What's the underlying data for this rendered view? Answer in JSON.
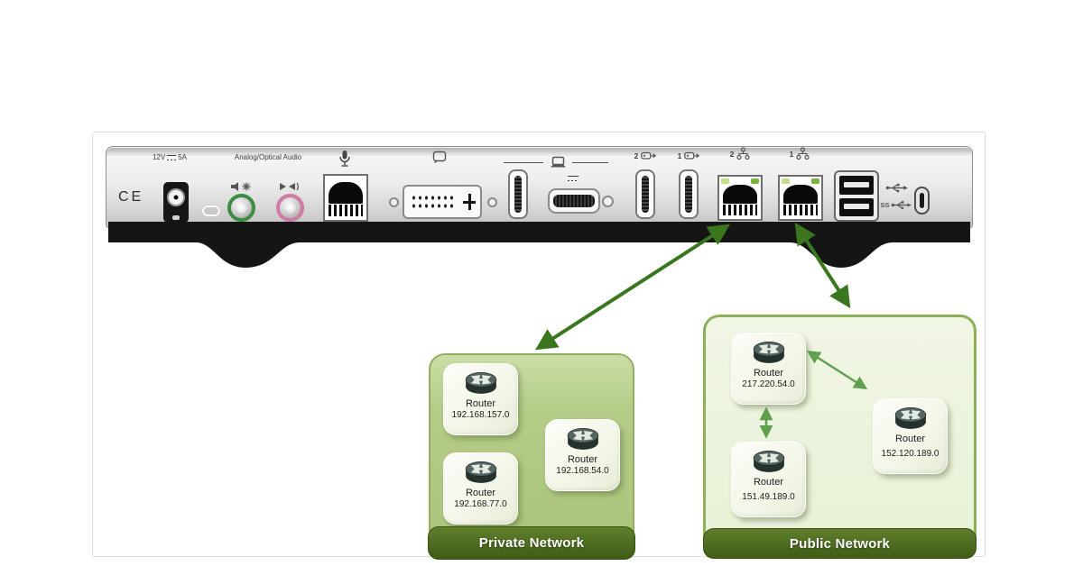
{
  "dock": {
    "ce_mark": "CE",
    "power_rating": {
      "voltage": "12V",
      "current": "5A"
    },
    "audio_label": "Analog/Optical Audio",
    "port_numbers": {
      "displayport_2": "2",
      "displayport_1": "1",
      "ethernet_2": "2",
      "ethernet_1": "1"
    },
    "usb_ss_label": "SS"
  },
  "private_network": {
    "title": "Private Network",
    "routers": [
      {
        "label": "Router",
        "ip": "192.168.157.0"
      },
      {
        "label": "Router",
        "ip": "192.168.54.0"
      },
      {
        "label": "Router",
        "ip": "192.168.77.0"
      }
    ]
  },
  "public_network": {
    "title": "Public Network",
    "routers": [
      {
        "label": "Router",
        "ip": "217.220.54.0"
      },
      {
        "label": "Router",
        "ip": "152.120.189.0"
      },
      {
        "label": "Router",
        "ip": "151.49.189.0"
      }
    ]
  },
  "colors": {
    "arrow_dark_green": "#3a761d",
    "arrow_light_green": "#5fa04e",
    "private_box_fill": "#aac37c",
    "public_box_fill": "#ecf3dd",
    "banner_green": "#46621b",
    "ethernet_led_left": "#c6dd8a",
    "ethernet_led_right": "#7ab33e",
    "audio_out_ring": "#3f8c44",
    "audio_in_ring": "#cf7ba3"
  },
  "icons": [
    "dc-power-icon",
    "headphone-out-icon",
    "line-in-icon",
    "microphone-icon",
    "display-icon",
    "laptop-icon",
    "displayport-icon",
    "network-icon",
    "usb-icon",
    "usb-ss-icon",
    "router-icon"
  ]
}
